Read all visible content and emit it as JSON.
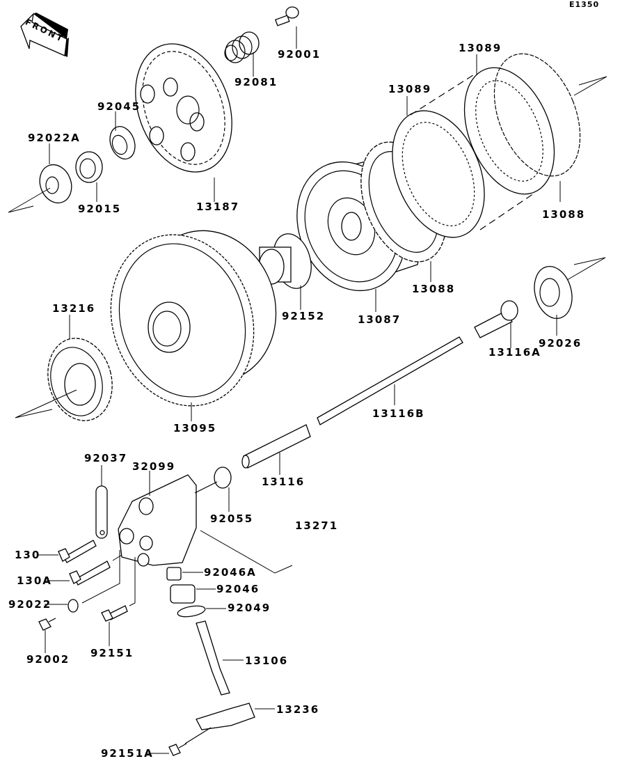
{
  "diagram": {
    "code": "E1350",
    "front_marker": "FRONT",
    "parts": [
      {
        "id": "92001",
        "label": "92001",
        "name": "bolt"
      },
      {
        "id": "92081",
        "label": "92081",
        "name": "spring"
      },
      {
        "id": "92045",
        "label": "92045",
        "name": "bearing"
      },
      {
        "id": "92022A",
        "label": "92022A",
        "name": "washer"
      },
      {
        "id": "92015",
        "label": "92015",
        "name": "nut"
      },
      {
        "id": "13187",
        "label": "13187",
        "name": "pressure-plate"
      },
      {
        "id": "13089a",
        "label": "13089",
        "name": "steel-plate"
      },
      {
        "id": "13089b",
        "label": "13089",
        "name": "steel-plate"
      },
      {
        "id": "13088a",
        "label": "13088",
        "name": "friction-plate"
      },
      {
        "id": "13088b",
        "label": "13088",
        "name": "friction-plate"
      },
      {
        "id": "13087",
        "label": "13087",
        "name": "clutch-hub"
      },
      {
        "id": "92152",
        "label": "92152",
        "name": "collar"
      },
      {
        "id": "13216",
        "label": "13216",
        "name": "gear"
      },
      {
        "id": "13095",
        "label": "13095",
        "name": "clutch-housing"
      },
      {
        "id": "92026",
        "label": "92026",
        "name": "washer"
      },
      {
        "id": "13116A",
        "label": "13116A",
        "name": "push-rod-end"
      },
      {
        "id": "13116B",
        "label": "13116B",
        "name": "push-rod"
      },
      {
        "id": "13116",
        "label": "13116",
        "name": "push-rod-spline"
      },
      {
        "id": "92037",
        "label": "92037",
        "name": "clamp"
      },
      {
        "id": "32099",
        "label": "32099",
        "name": "release-housing"
      },
      {
        "id": "92055",
        "label": "92055",
        "name": "o-ring"
      },
      {
        "id": "13271",
        "label": "13271",
        "name": "bracket"
      },
      {
        "id": "130",
        "label": "130",
        "name": "bolt"
      },
      {
        "id": "130A",
        "label": "130A",
        "name": "bolt"
      },
      {
        "id": "92046A",
        "label": "92046A",
        "name": "bearing"
      },
      {
        "id": "92046",
        "label": "92046",
        "name": "bearing"
      },
      {
        "id": "92049",
        "label": "92049",
        "name": "oil-seal"
      },
      {
        "id": "92022",
        "label": "92022",
        "name": "washer"
      },
      {
        "id": "92002",
        "label": "92002",
        "name": "bolt"
      },
      {
        "id": "92151",
        "label": "92151",
        "name": "bolt"
      },
      {
        "id": "13106",
        "label": "13106",
        "name": "release-shaft"
      },
      {
        "id": "13236",
        "label": "13236",
        "name": "lever"
      },
      {
        "id": "92151A",
        "label": "92151A",
        "name": "bolt"
      }
    ]
  }
}
